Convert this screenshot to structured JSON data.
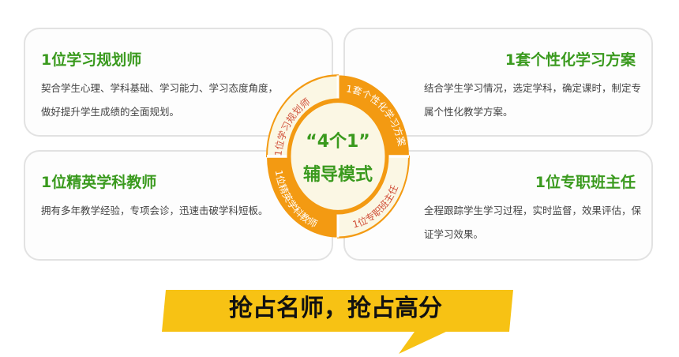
{
  "cards": [
    {
      "title": "1位学习规划师",
      "text": "契合学生心理、学科基础、学习能力、学习态度角度，做好提升学生成绩的全面规划。"
    },
    {
      "title": "1位精英学科教师",
      "text": "拥有多年教学经验，专项会诊，迅速击破学科短板。"
    },
    {
      "title": "1套个性化学习方案",
      "text": "结合学生学习情况，选定学科，确定课时，制定专属个性化教学方案。"
    },
    {
      "title": "1位专职班主任",
      "text": "全程跟踪学生学习过程，实时监督，效果评估，保证学习效果。"
    }
  ],
  "ring": {
    "center_line1": "“4个1”",
    "center_line2": "辅导模式",
    "segments": [
      "1位学习规划师",
      "1套个性化学习方案",
      "1位精英学科教师",
      "1位专职班主任"
    ]
  },
  "banner": {
    "text": "抢占名师，抢占高分"
  },
  "colors": {
    "green": "#3a9a1e",
    "orange": "#f39a12",
    "cream": "#fbf7e4",
    "red_text": "#d0503a",
    "banner_yellow": "#f7c214"
  }
}
